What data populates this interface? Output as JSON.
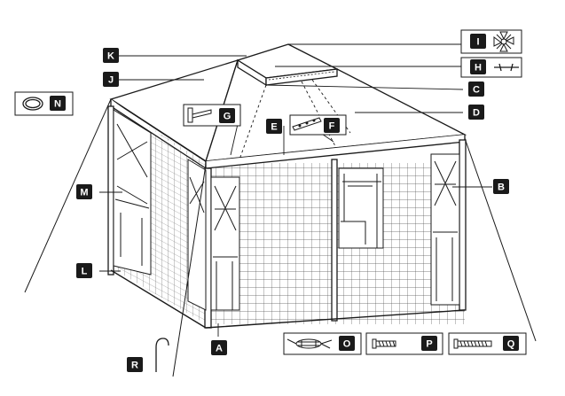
{
  "labels": {
    "A": "A",
    "B": "B",
    "C": "C",
    "D": "D",
    "E": "E",
    "F": "F",
    "G": "G",
    "H": "H",
    "I": "I",
    "J": "J",
    "K": "K",
    "L": "L",
    "M": "M",
    "N": "N",
    "O": "O",
    "P": "P",
    "Q": "Q",
    "R": "R"
  },
  "colors": {
    "ink": "#1a1a1a",
    "label_bg": "#1a1a1a",
    "label_text": "#ffffff",
    "mesh": "#555555"
  }
}
